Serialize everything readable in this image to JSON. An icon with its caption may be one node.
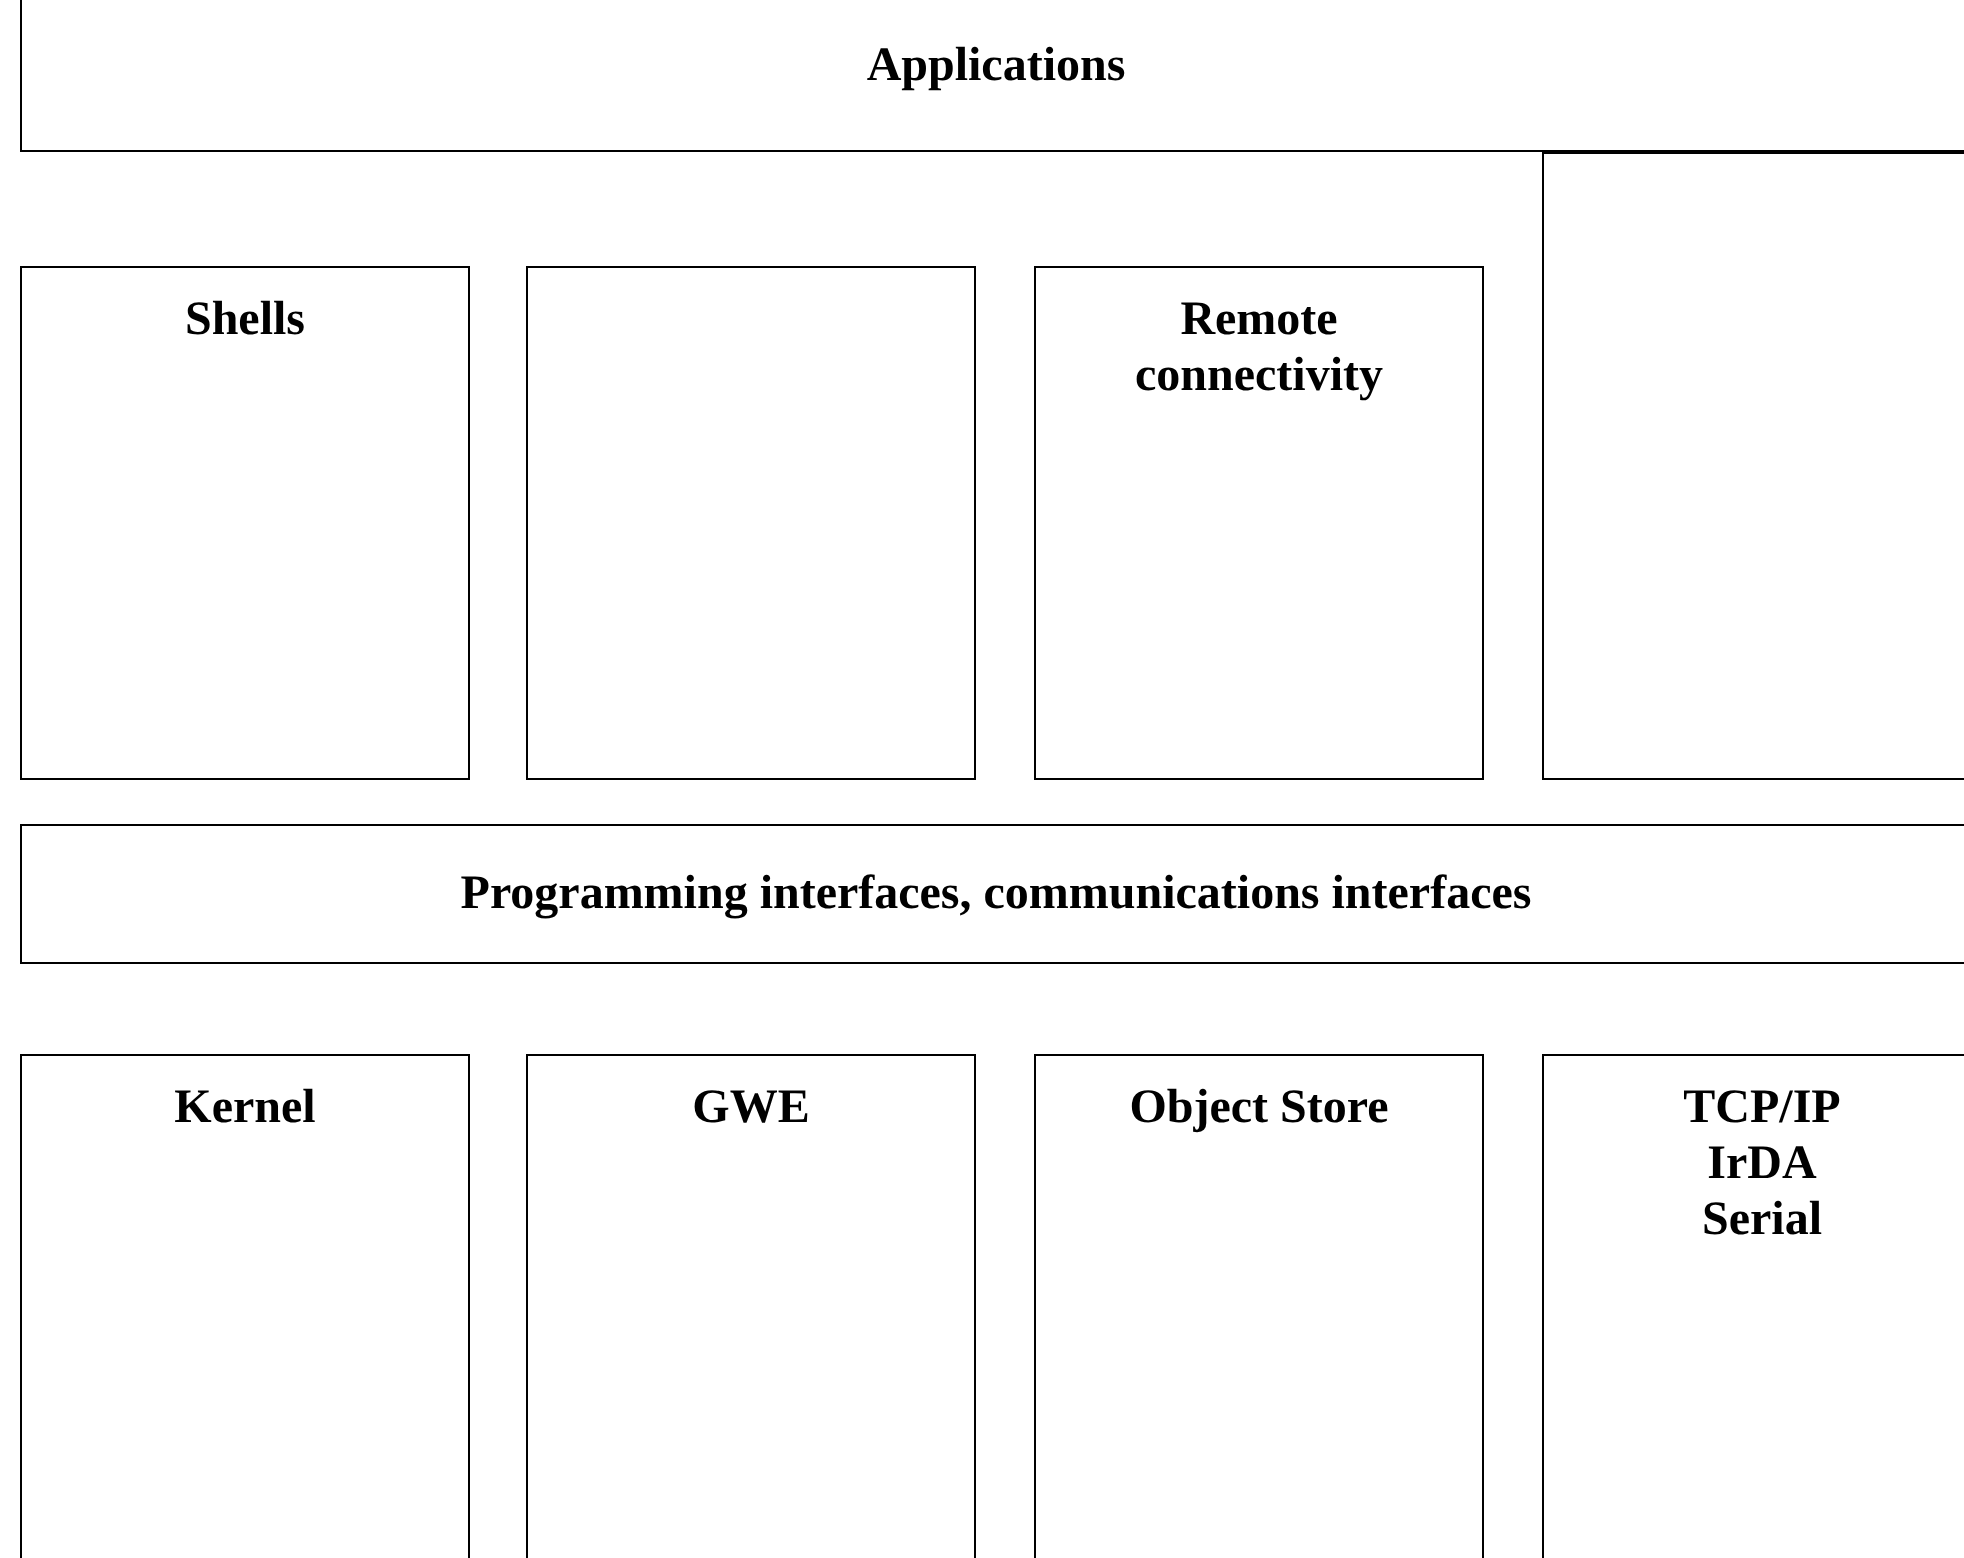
{
  "diagram": {
    "nodes": [
      {
        "text": [
          "Applications"
        ]
      },
      {
        "text": [
          "Shells"
        ]
      },
      {
        "text": [],
        "shape": "box"
      },
      {
        "text": [
          "Remote connectivity"
        ]
      },
      {
        "text": [],
        "shape": "box"
      },
      {
        "text": [
          "Programming interfaces, communications interfaces"
        ]
      },
      {
        "text": [
          "Kernel"
        ]
      },
      {
        "text": [
          "GWE"
        ]
      },
      {
        "text": [
          "Object Store"
        ]
      },
      {
        "text": [
          "TCP/IP IrDA Serial"
        ]
      }
    ],
    "edges": []
  }
}
